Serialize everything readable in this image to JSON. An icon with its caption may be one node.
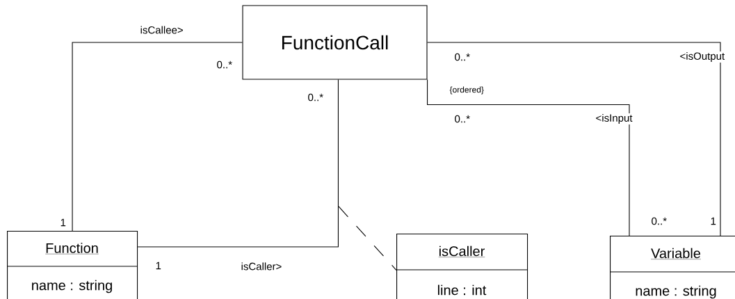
{
  "diagram": {
    "nodes": [
      {
        "text": [
          "FunctionCall"
        ]
      },
      {
        "text": [
          "Function",
          "name : string"
        ]
      },
      {
        "text": [
          "isCaller",
          "line : int"
        ]
      },
      {
        "text": [
          "Variable",
          "name : string"
        ]
      }
    ],
    "edges": [
      {
        "from": 1,
        "to": 0,
        "arrow": "none",
        "label": "isCallee>"
      },
      {
        "from": 1,
        "to": 0,
        "arrow": "none",
        "label": "isCaller>"
      },
      {
        "from": 0,
        "to": 3,
        "arrow": "none",
        "label": "<isInput"
      },
      {
        "from": 0,
        "to": 3,
        "arrow": "none",
        "label": "<isOutput"
      },
      {
        "from": null,
        "to": 2,
        "arrow": "none",
        "style": "dashed"
      }
    ],
    "labels": [
      "0..*",
      "0..*",
      "0..*",
      "{ordered}",
      "0..*",
      "1",
      "1",
      "0..*",
      "1"
    ]
  }
}
